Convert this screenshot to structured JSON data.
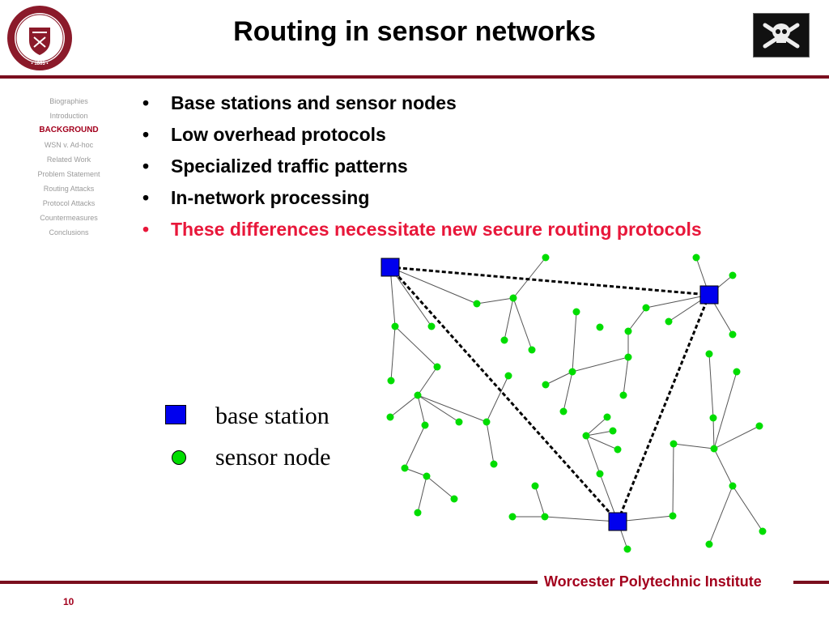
{
  "header": {
    "title": "Routing in sensor networks",
    "logo_icon": "wpi-seal-icon",
    "logo_text": "WORCESTER POLYTECHNIC INSTITUTE 1865",
    "corner_icon": "skull-and-crossbones-icon"
  },
  "nav": {
    "items": [
      {
        "label": "Biographies",
        "active": false
      },
      {
        "label": "Introduction",
        "active": false
      },
      {
        "label": "BACKGROUND",
        "active": true
      },
      {
        "label": "WSN v. Ad-hoc",
        "active": false
      },
      {
        "label": "Related Work",
        "active": false
      },
      {
        "label": "Problem Statement",
        "active": false
      },
      {
        "label": "Routing Attacks",
        "active": false
      },
      {
        "label": "Protocol Attacks",
        "active": false
      },
      {
        "label": "Countermeasures",
        "active": false
      },
      {
        "label": "Conclusions",
        "active": false
      }
    ]
  },
  "bullets": [
    {
      "text": "Base stations and sensor nodes",
      "highlight": false
    },
    {
      "text": "Low overhead protocols",
      "highlight": false
    },
    {
      "text": "Specialized traffic patterns",
      "highlight": false
    },
    {
      "text": "In-network processing",
      "highlight": false
    },
    {
      "text": "These differences necessitate new secure routing protocols",
      "highlight": true
    }
  ],
  "bullet_glyph": "•",
  "legend": {
    "base_station": "base station",
    "sensor_node": "sensor node"
  },
  "footer": {
    "institution": "Worcester Polytechnic Institute",
    "page_number": "10"
  },
  "colors": {
    "accent": "#7a0f1e",
    "highlight_text": "#e8173a",
    "base_station": "#0000ee",
    "sensor_node": "#00dd00"
  }
}
